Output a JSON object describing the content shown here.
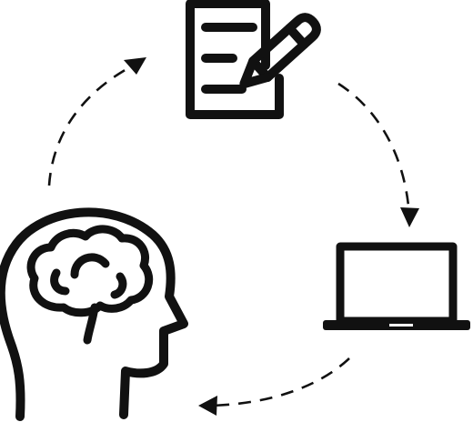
{
  "diagram": {
    "type": "cycle",
    "nodes": [
      {
        "id": "note",
        "icon": "document-pencil-icon"
      },
      {
        "id": "device",
        "icon": "laptop-icon"
      },
      {
        "id": "mind",
        "icon": "head-brain-icon"
      }
    ],
    "edges": [
      {
        "from": "note",
        "to": "device",
        "style": "dashed",
        "direction": "clockwise"
      },
      {
        "from": "device",
        "to": "mind",
        "style": "dashed",
        "direction": "clockwise"
      },
      {
        "from": "mind",
        "to": "note",
        "style": "dashed",
        "direction": "clockwise"
      }
    ]
  },
  "colors": {
    "stroke": "#111111",
    "background": "#ffffff"
  }
}
